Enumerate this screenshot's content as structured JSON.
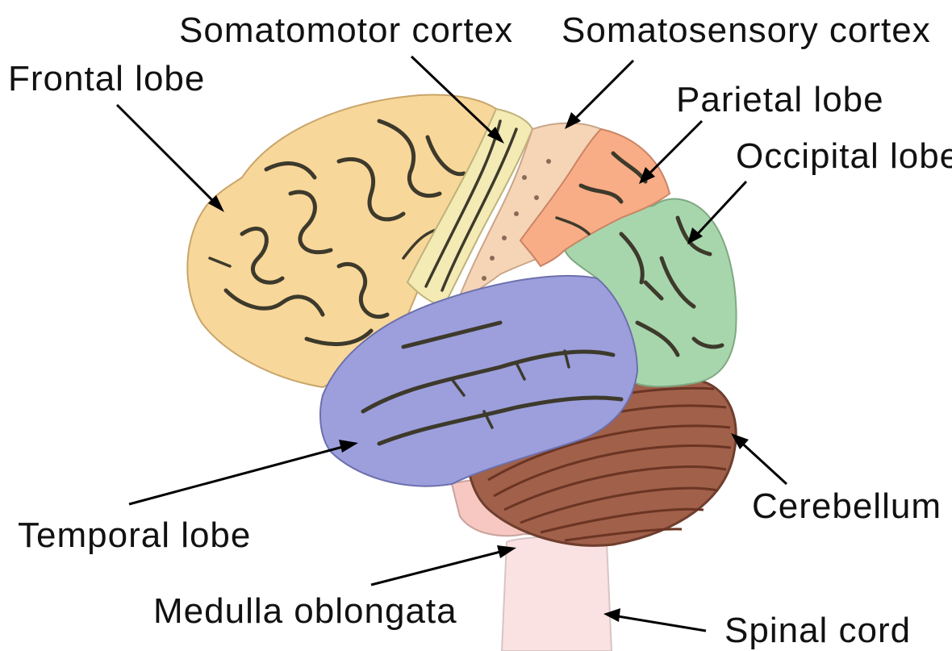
{
  "labels": {
    "somatomotor_cortex": "Somatomotor cortex",
    "somatosensory_cortex": "Somatosensory cortex",
    "frontal_lobe": "Frontal lobe",
    "parietal_lobe": "Parietal lobe",
    "occipital_lobe": "Occipital lobe",
    "temporal_lobe": "Temporal lobe",
    "cerebellum": "Cerebellum",
    "medulla_oblongata": "Medulla oblongata",
    "spinal_cord": "Spinal cord"
  },
  "colors": {
    "frontal_lobe": "#f8d79a",
    "somatomotor_cortex": "#f3eab4",
    "somatosensory_cortex": "#f6d4b6",
    "parietal_lobe": "#f8ad86",
    "occipital_lobe": "#a8d6ac",
    "temporal_lobe": "#9c9fdc",
    "cerebellum": "#a0604a",
    "brainstem": "#f7c8c2",
    "spinal_cord": "#fbe2e2"
  }
}
